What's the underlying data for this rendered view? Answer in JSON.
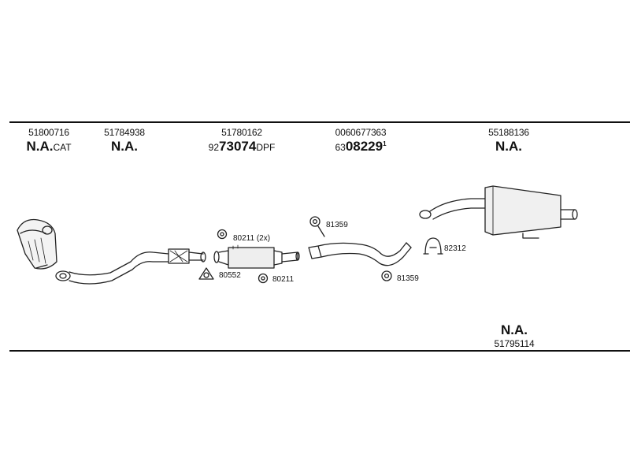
{
  "columns": [
    {
      "part_number": "51800716",
      "main": "N.A.",
      "suffix": "CAT"
    },
    {
      "part_number": "51784938",
      "main": "N.A.",
      "suffix": ""
    },
    {
      "part_number": "51780162",
      "prefix": "92",
      "main": "73074",
      "suffix": "DPF"
    },
    {
      "part_number": "0060677363",
      "prefix": "63",
      "main": "08229",
      "sup": "1"
    },
    {
      "part_number": "55188136",
      "main": "N.A.",
      "suffix": ""
    }
  ],
  "bottom_part": {
    "main": "N.A.",
    "part_number": "51795114"
  },
  "callouts": [
    {
      "text": "80211 (2x)"
    },
    {
      "text": "80552"
    },
    {
      "text": "80211"
    },
    {
      "text": "81359"
    },
    {
      "text": "81359"
    },
    {
      "text": "82312"
    }
  ]
}
